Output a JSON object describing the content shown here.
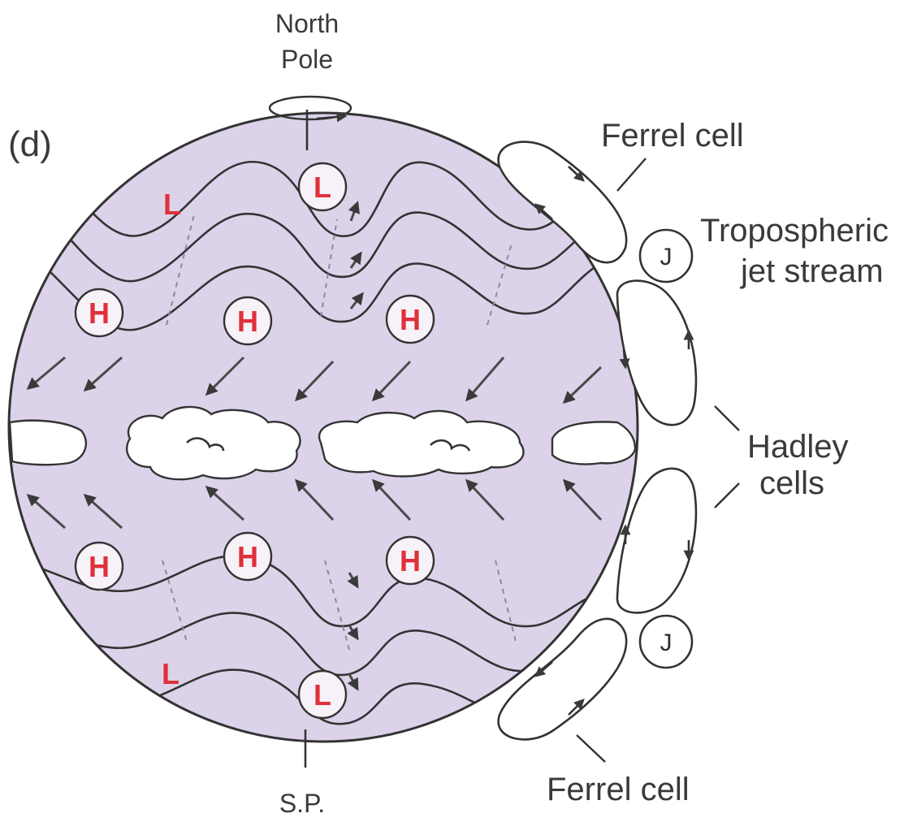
{
  "labels": {
    "panel": "(d)",
    "north_pole_line1": "North",
    "north_pole_line2": "Pole",
    "south_pole": "S.P.",
    "ferrel_top": "Ferrel cell",
    "ferrel_bottom": "Ferrel cell",
    "jet_line1": "Tropospheric",
    "jet_line2": "jet stream",
    "hadley_line1": "Hadley",
    "hadley_line2": "cells"
  },
  "pressure_letters": {
    "low": "L",
    "high": "H"
  },
  "jet_letter": "J",
  "colors": {
    "globe": "#dcd3ea",
    "high_low_text": "#e0303a",
    "lines": "#333333",
    "background": "#ffffff"
  }
}
